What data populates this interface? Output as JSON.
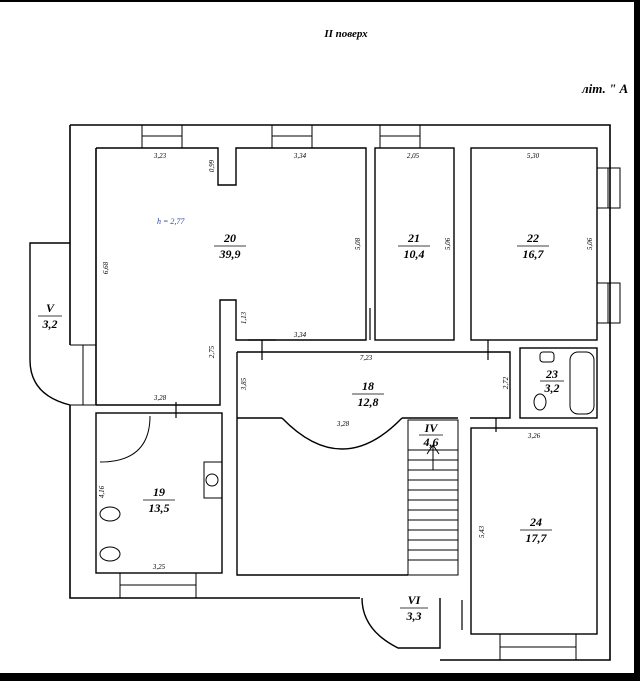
{
  "header": {
    "floor": "II поверх",
    "letter": "літ. \" А"
  },
  "ceiling_height": "h = 2,77",
  "rooms": [
    {
      "num": "20",
      "area": "39,9"
    },
    {
      "num": "21",
      "area": "10,4"
    },
    {
      "num": "22",
      "area": "16,7"
    },
    {
      "num": "V",
      "area": "3,2"
    },
    {
      "num": "18",
      "area": "12,8"
    },
    {
      "num": "23",
      "area": "3,2"
    },
    {
      "num": "19",
      "area": "13,5"
    },
    {
      "num": "IV",
      "area": "4,6"
    },
    {
      "num": "24",
      "area": "17,7"
    },
    {
      "num": "VI",
      "area": "3,3"
    }
  ],
  "dims": [
    "3,23",
    "3,34",
    "2,05",
    "5,30",
    "0,99",
    "6,68",
    "5,08",
    "5,06",
    "5,06",
    "1,13",
    "2,75",
    "3,34",
    "7,23",
    "3,28",
    "3,85",
    "2,72",
    "3,28",
    "3,26",
    "4,16",
    "5,43",
    "3,25"
  ],
  "colors": {
    "ink": "#000000",
    "note": "#2a3ea0"
  }
}
